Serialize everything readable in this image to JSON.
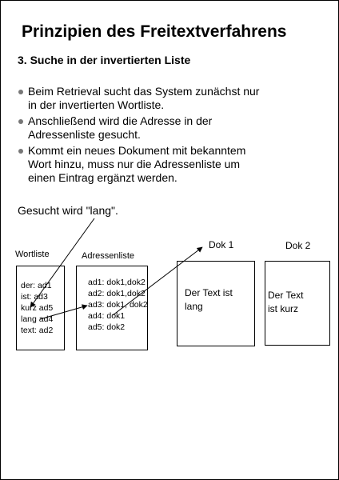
{
  "title": "Prinzipien des Freitextverfahrens",
  "subtitle": "3. Suche in der invertierten Liste",
  "bullets": [
    {
      "line1": "Beim Retrieval sucht das System zunächst nur",
      "line2": "in der invertierten Wortliste."
    },
    {
      "line1": "Anschließend wird die Adresse in der",
      "line2": "Adressenliste gesucht."
    },
    {
      "line1": "Kommt ein neues Dokument mit bekanntem",
      "line2": "Wort hinzu, muss nur die Adressenliste um",
      "line3": "einen Eintrag ergänzt werden."
    }
  ],
  "query": "Gesucht wird \"lang\".",
  "wortliste": {
    "label": "Wortliste",
    "rows": [
      "der: ad1",
      "ist:   ad3",
      "kurz ad5",
      "lang ad4",
      "text: ad2"
    ]
  },
  "adressenliste": {
    "label": "Adressenliste",
    "rows": [
      "ad1:  dok1,dok2",
      "ad2:  dok1,dok2",
      "ad3:  dok1, dok2",
      "ad4:  dok1",
      "ad5:  dok2"
    ]
  },
  "documents": [
    {
      "label": "Dok 1",
      "text_line1": "Der Text ist",
      "text_line2": "lang"
    },
    {
      "label": "Dok 2",
      "text_line1": "Der Text",
      "text_line2": "ist kurz"
    }
  ],
  "colors": {
    "line": "#000000",
    "bullet": "#777777"
  }
}
